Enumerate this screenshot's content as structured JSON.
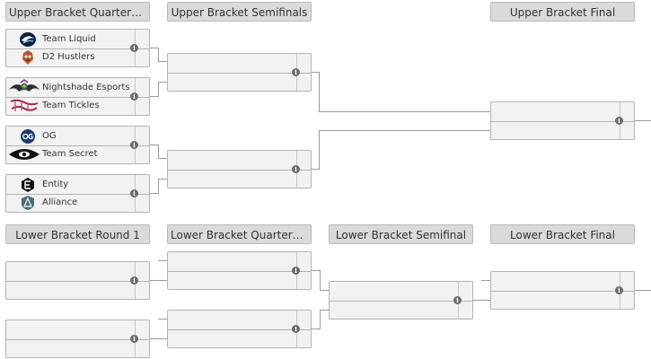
{
  "rounds": {
    "ub_quarterfinals": "Upper Bracket Quarterfin...",
    "ub_semifinals": "Upper Bracket Semifinals",
    "ub_final": "Upper Bracket Final",
    "lb_round1": "Lower Bracket Round 1",
    "lb_quarterfinals": "Lower Bracket Quarterfin...",
    "lb_semifinal": "Lower Bracket Semifinal",
    "lb_final": "Lower Bracket Final"
  },
  "ub_qf_matches": [
    {
      "team1": "Team Liquid",
      "team1_logo": "team-liquid-logo",
      "team2": "D2 Hustlers",
      "team2_logo": "d2-hustlers-logo"
    },
    {
      "team1": "Nightshade Esports",
      "team1_logo": "nightshade-logo",
      "team2": "Team Tickles",
      "team2_logo": "team-tickles-logo"
    },
    {
      "team1": "OG",
      "team1_logo": "og-logo",
      "team2": "Team Secret",
      "team2_logo": "team-secret-logo"
    },
    {
      "team1": "Entity",
      "team1_logo": "entity-logo",
      "team2": "Alliance",
      "team2_logo": "alliance-logo"
    }
  ],
  "info_icon_glyph": "i",
  "colors": {
    "header_bg": "#dadada",
    "match_bg": "#f2f2f2",
    "border": "#b3b3b3",
    "connector": "#9a9a9a",
    "info_icon": "#6b6b6b"
  }
}
